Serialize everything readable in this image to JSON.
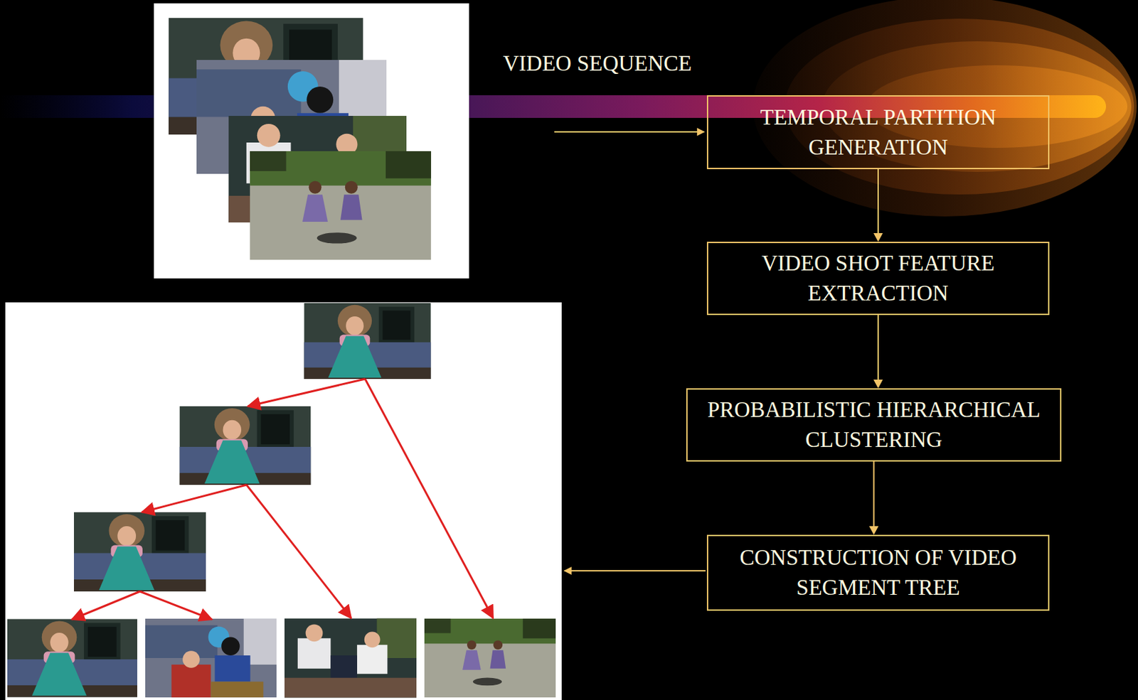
{
  "diagram": {
    "nodes": [
      {
        "text": [
          "TEMPORAL PARTITION GENERATION"
        ]
      },
      {
        "text": [
          "VIDEO SHOT FEATURE EXTRACTION"
        ]
      },
      {
        "text": [
          "PROBABILISTIC HIERARCHICAL CLUSTERING"
        ]
      },
      {
        "text": [
          "CONSTRUCTION OF VIDEO SEGMENT TREE"
        ]
      }
    ],
    "edges": [
      {
        "from": 0,
        "to": 1,
        "arrow": "to"
      },
      {
        "from": 1,
        "to": 2,
        "arrow": "to"
      },
      {
        "from": 2,
        "to": 3,
        "arrow": "to"
      }
    ],
    "labels": [
      "VIDEO SEQUENCE"
    ]
  }
}
